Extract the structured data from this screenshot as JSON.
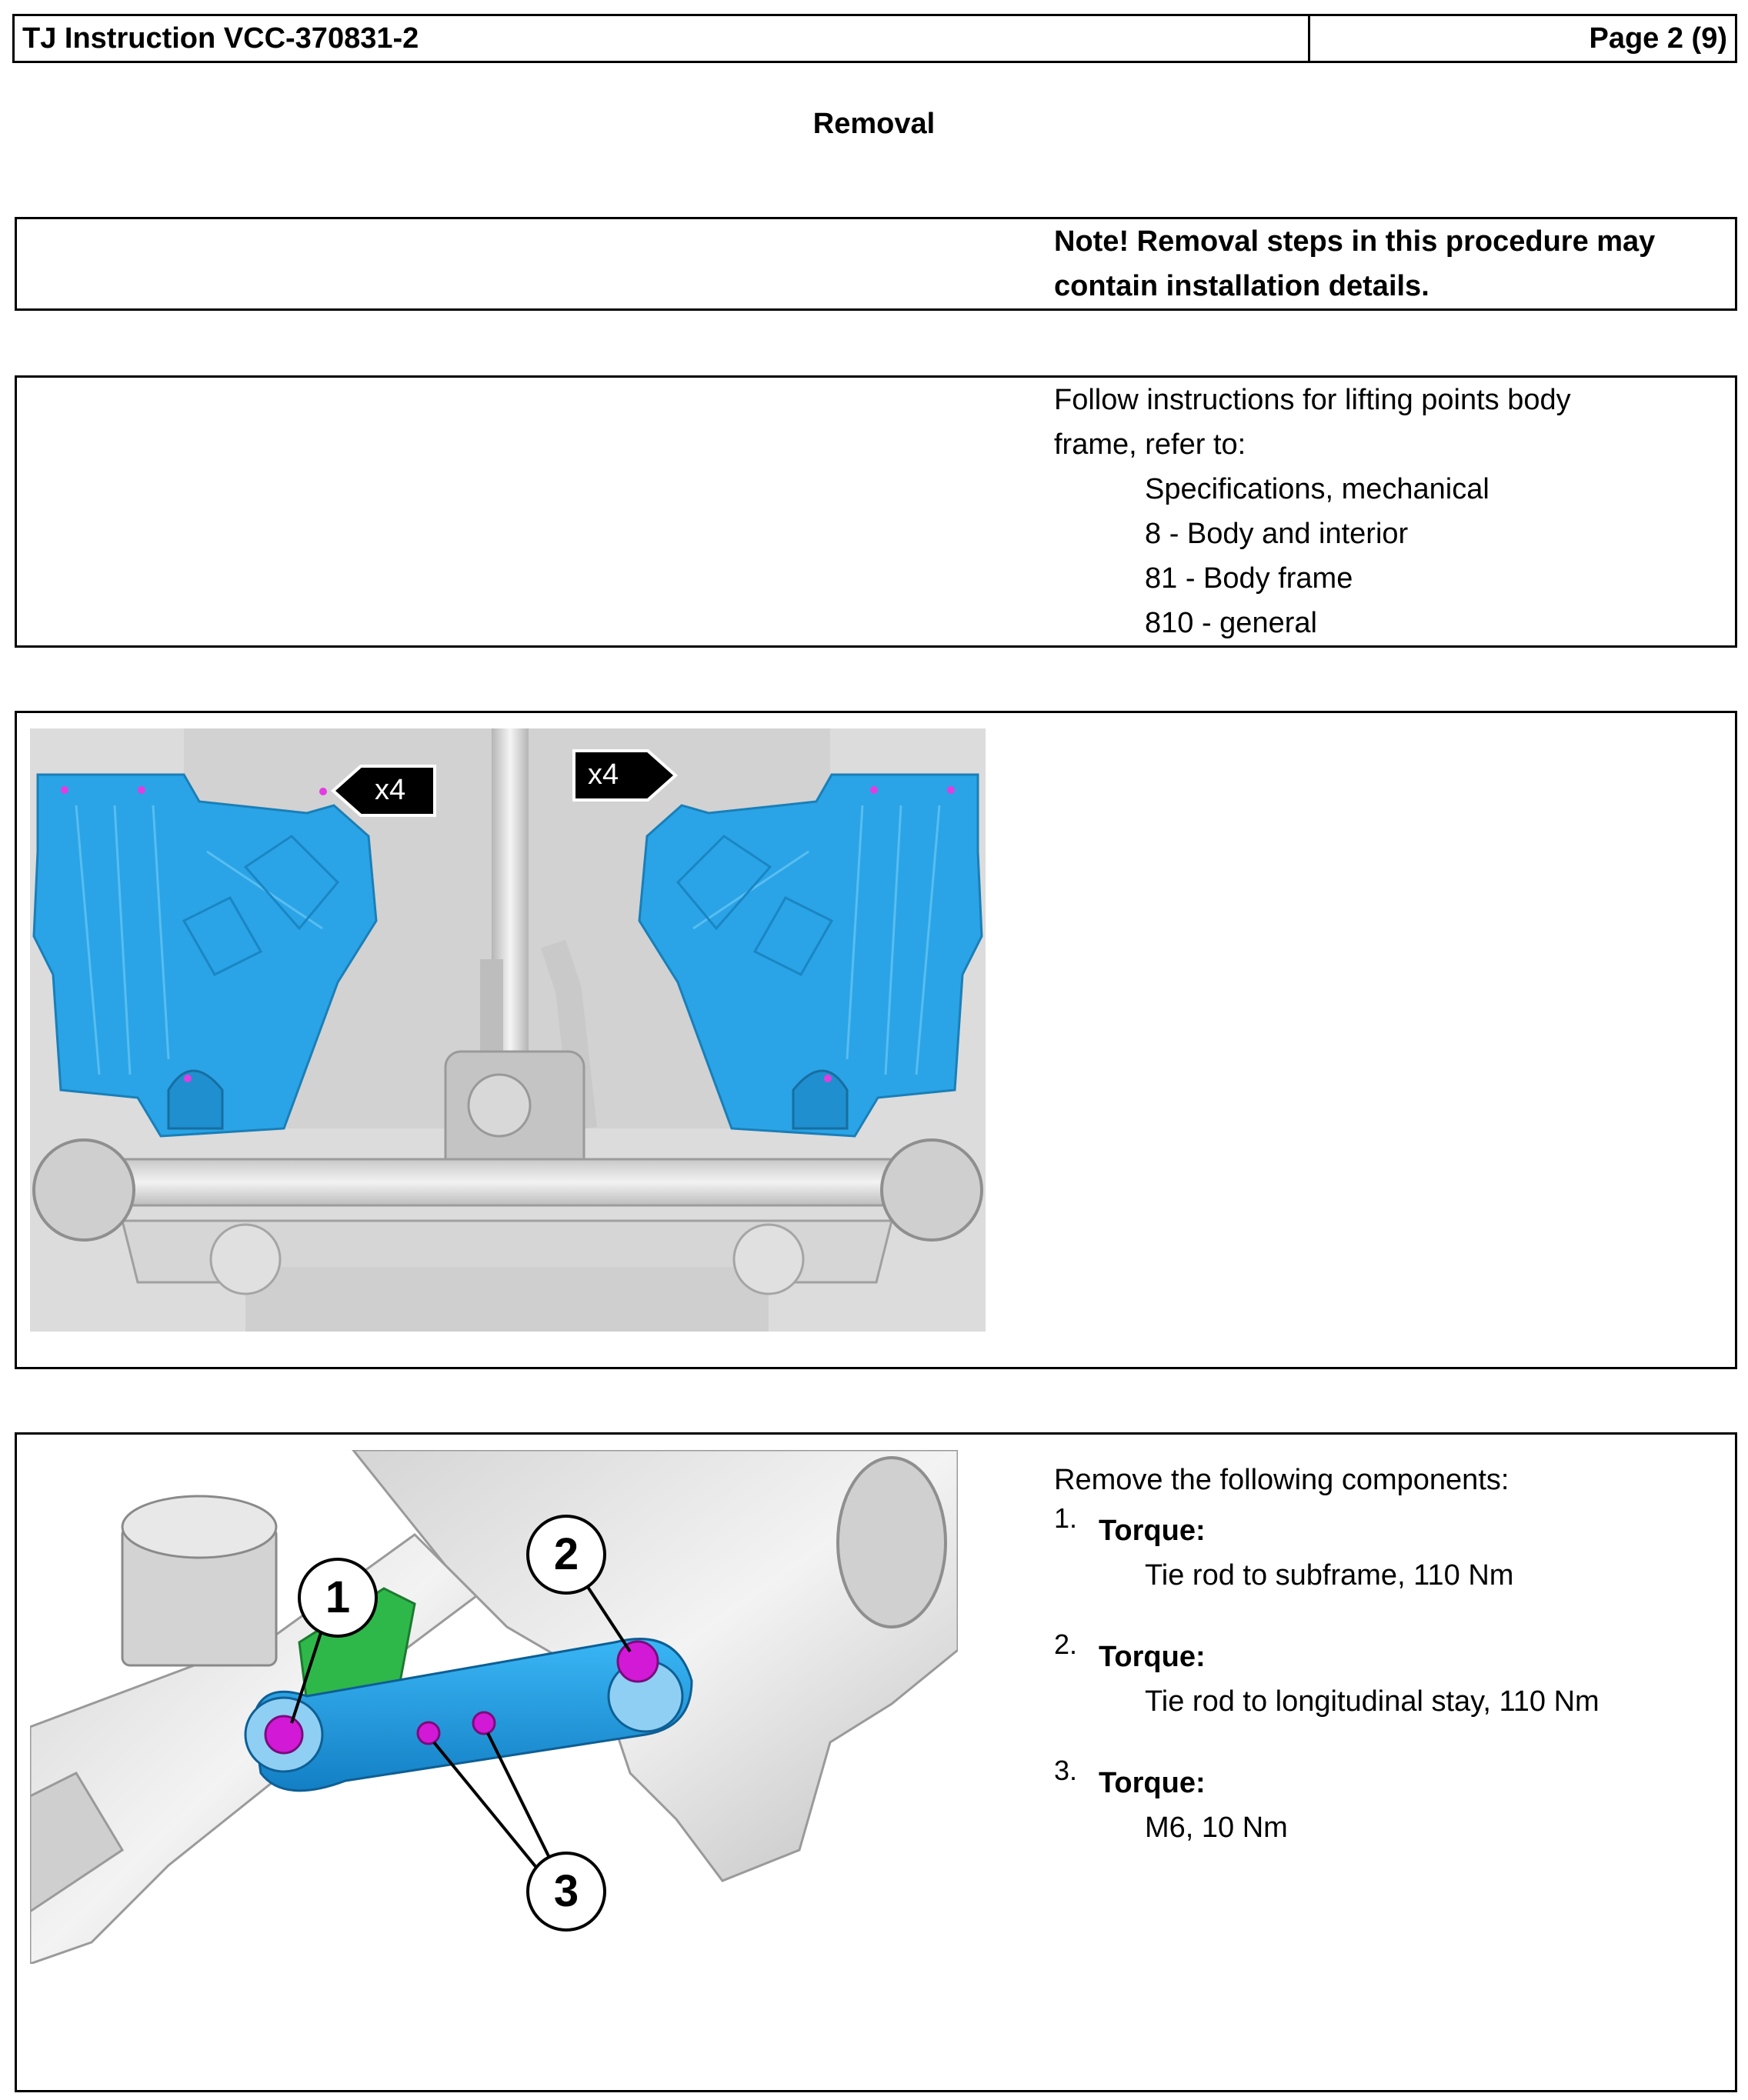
{
  "header": {
    "doc_title": "TJ Instruction VCC-370831-2",
    "page": "Page 2 (9)"
  },
  "section_title": "Removal",
  "note": {
    "line1": "Note!  Removal steps in this procedure may",
    "line2": "contain installation details."
  },
  "lifting": {
    "line1": "Follow instructions for lifting points body",
    "line2": "frame, refer to:",
    "refs": [
      "Specifications, mechanical",
      "8 - Body and interior",
      "81 - Body frame",
      "810 - general"
    ]
  },
  "figure1": {
    "callout_left": "x4",
    "callout_right": "x4"
  },
  "figure2": {
    "labels": [
      "1",
      "2",
      "3"
    ]
  },
  "steps": {
    "intro": "Remove the following components:",
    "items": [
      {
        "num": "1.",
        "heading": "Torque:",
        "detail": "Tie rod to subframe, 110 Nm"
      },
      {
        "num": "2.",
        "heading": "Torque:",
        "detail": "Tie rod to longitudinal stay, 110 Nm"
      },
      {
        "num": "3.",
        "heading": "Torque:",
        "detail": "M6, 10 Nm"
      }
    ]
  },
  "colors": {
    "shield_blue": "#2aa4e6",
    "tie_rod_blue": "#1b9ee8",
    "bolt_magenta": "#d21ad6",
    "bracket_green": "#2fb84a"
  }
}
